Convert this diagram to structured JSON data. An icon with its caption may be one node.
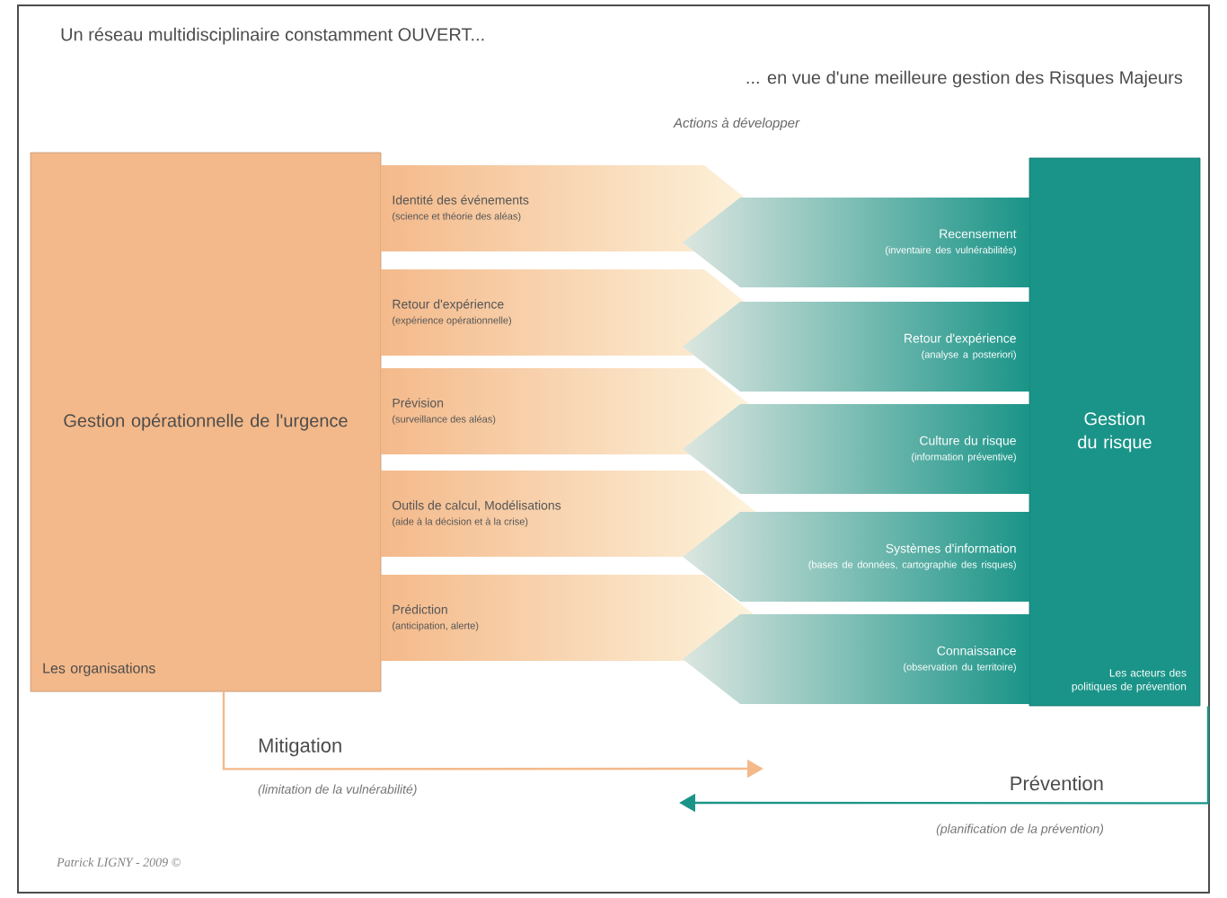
{
  "diagram": {
    "nodes": [
      {
        "text": [
          "Gestion opérationnelle de l'urgence",
          "Les organisations"
        ]
      },
      {
        "text": [
          "Identité des événements",
          "(science et théorie des aléas)"
        ]
      },
      {
        "text": [
          "Retour d'expérience",
          "(expérience opérationnelle)"
        ]
      },
      {
        "text": [
          "Prévision",
          "(surveillance des aléas)"
        ]
      },
      {
        "text": [
          "Outils de calcul, Modélisations",
          "(aide à la décision et à la crise)"
        ]
      },
      {
        "text": [
          "Prédiction",
          "(anticipation, alerte)"
        ]
      },
      {
        "text": [
          "Gestion du risque",
          "Les acteurs des politiques de prévention"
        ]
      },
      {
        "text": [
          "Recensement",
          "(inventaire des vulnérabilités)"
        ]
      },
      {
        "text": [
          "Retour d'expérience",
          "(analyse a posteriori)"
        ]
      },
      {
        "text": [
          "Culture du risque",
          "(information préventive)"
        ]
      },
      {
        "text": [
          "Systèmes d'information",
          "(bases de données, cartographie des risques)"
        ]
      },
      {
        "text": [
          "Connaissance",
          "(observation du territoire)"
        ]
      }
    ],
    "edges": [
      {
        "from": 0,
        "to": null,
        "arrow": "to",
        "label": "Mitigation",
        "color": "#f4b98a"
      },
      {
        "from": 6,
        "to": null,
        "arrow": "to",
        "label": "Prévention",
        "color": "#1a9488"
      }
    ],
    "labels": [
      "Un réseau multidisciplinaire constamment OUVERT...",
      "... en vue d'une meilleure gestion des Risques Majeurs",
      "Actions à développer",
      "(limitation de la vulnérabilité)",
      "(planification de la prévention)",
      "Patrick LIGNY - 2009 ©"
    ]
  }
}
